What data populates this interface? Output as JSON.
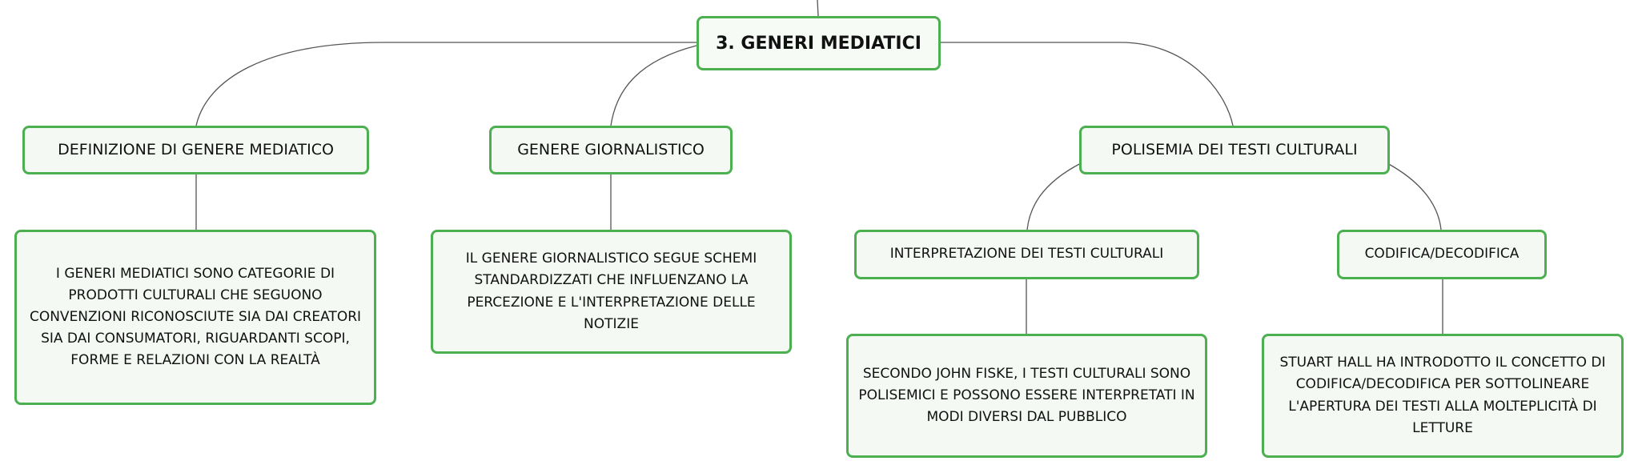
{
  "root": {
    "label": "3. GENERI MEDIATICI"
  },
  "branches": [
    {
      "label": "DEFINIZIONE DI GENERE MEDIATICO",
      "detail": "I GENERI MEDIATICI SONO CATEGORIE DI PRODOTTI CULTURALI CHE SEGUONO CONVENZIONI RICONOSCIUTE SIA DAI CREATORI SIA DAI CONSUMATORI, RIGUARDANTI SCOPI, FORME E RELAZIONI CON LA REALTÀ"
    },
    {
      "label": "GENERE GIORNALISTICO",
      "detail": "IL GENERE GIORNALISTICO SEGUE SCHEMI STANDARDIZZATI CHE INFLUENZANO LA PERCEZIONE E L'INTERPRETAZIONE DELLE NOTIZIE"
    },
    {
      "label": "POLISEMIA DEI TESTI CULTURALI",
      "children": [
        {
          "label": "INTERPRETAZIONE DEI TESTI CULTURALI",
          "detail": "SECONDO JOHN FISKE, I TESTI CULTURALI SONO POLISEMICI E POSSONO ESSERE INTERPRETATI IN MODI DIVERSI DAL PUBBLICO"
        },
        {
          "label": "CODIFICA/DECODIFICA",
          "detail": "STUART HALL HA INTRODOTTO IL CONCETTO DI CODIFICA/DECODIFICA PER SOTTOLINEARE L'APERTURA DEI TESTI ALLA MOLTEPLICITÀ DI LETTURE"
        }
      ]
    }
  ],
  "colors": {
    "border": "#4caf50",
    "fill": "#f4f9f4",
    "connector": "#555555"
  }
}
